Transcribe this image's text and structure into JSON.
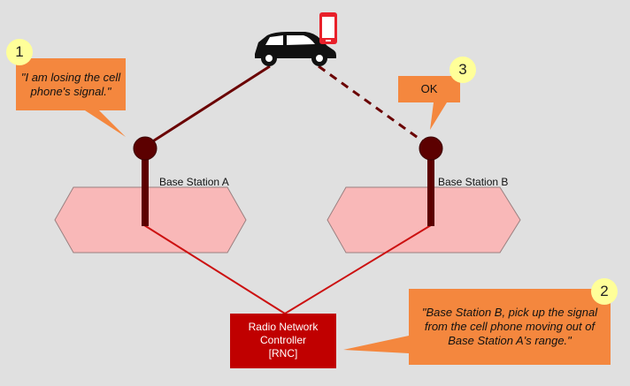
{
  "steps": [
    {
      "number": "1",
      "text": "\"I am losing the cell phone's signal.\""
    },
    {
      "number": "2",
      "text": "\"Base Station B, pick up the signal from the cell phone moving out of Base Station A's range.\""
    },
    {
      "number": "3",
      "text": "OK"
    }
  ],
  "stations": {
    "a": {
      "label": "Base Station A"
    },
    "b": {
      "label": "Base Station B"
    }
  },
  "rnc": {
    "line1": "Radio Network",
    "line2": "Controller",
    "line3": "[RNC]"
  },
  "colors": {
    "background": "#e0e0e0",
    "callout": "#f4873e",
    "badge": "#ffff99",
    "hexagon_fill": "#f9b8b8",
    "tower": "#5c0000",
    "rnc": "#c00000",
    "link_line": "#cc1111",
    "phone": "#e8202a"
  },
  "icons": [
    "car-icon",
    "mobile-phone-icon",
    "antenna-tower-icon"
  ]
}
